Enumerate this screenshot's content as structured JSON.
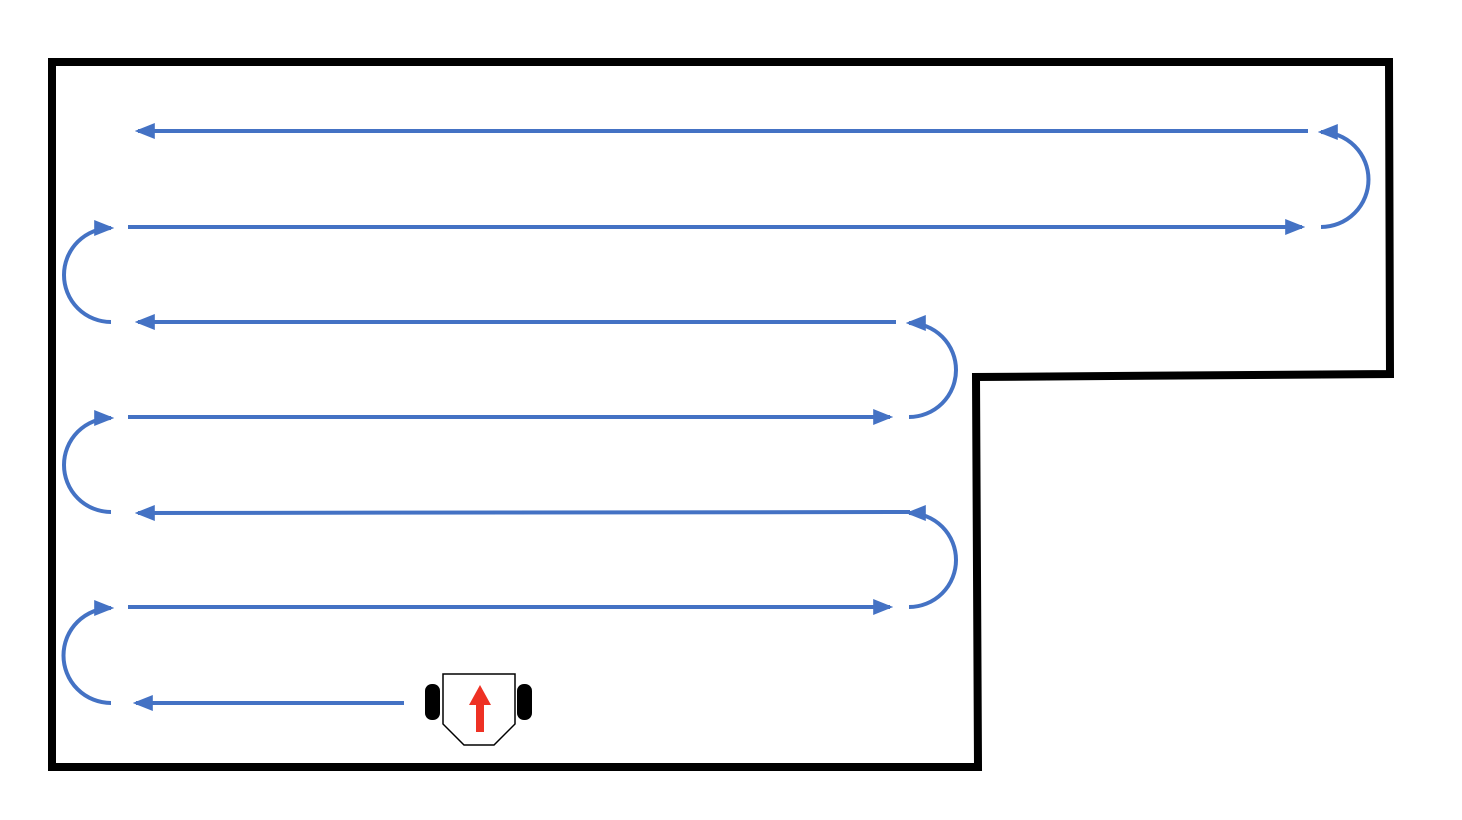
{
  "diagram": {
    "type": "boustrophedon-coverage-path",
    "room_shape": "L-shaped",
    "colors": {
      "room_outline": "#000000",
      "path": "#4472C4",
      "robot_body": "#ffffff",
      "robot_outline": "#000000",
      "robot_wheels": "#000000",
      "heading_arrow": "#EE3124"
    },
    "path_passes": 7,
    "turns": 6,
    "robot": {
      "icon": "robot-icon",
      "heading": "up"
    }
  }
}
